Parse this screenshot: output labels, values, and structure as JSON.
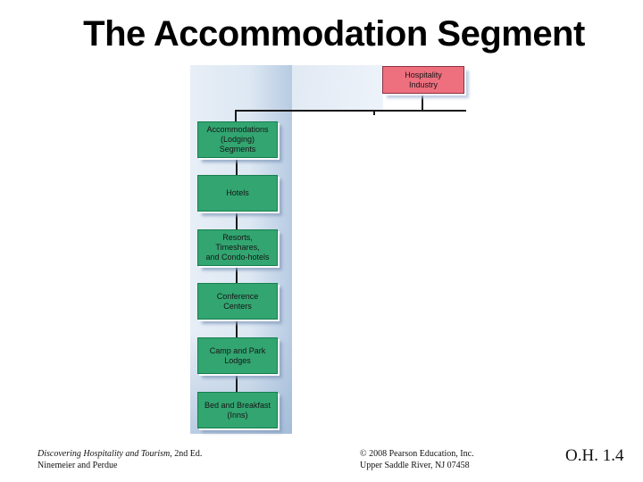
{
  "slide": {
    "title": "The Accommodation Segment",
    "background": "#ffffff"
  },
  "diagram": {
    "type": "org-chart",
    "line_color": "#1a1a1a",
    "child_fill": "#32a571",
    "child_border": "#187f4e",
    "panel_light": "#eef3fa",
    "panel_dark": "#b7cbe2",
    "root": {
      "label": "Hospitality\nIndustry",
      "fill": "#ee6f7e",
      "border": "#8a3340"
    },
    "branch": {
      "label": "Accommodations\n(Lodging)\nSegments"
    },
    "children": [
      {
        "label": "Hotels"
      },
      {
        "label": "Resorts,\nTimeshares,\nand Condo-hotels"
      },
      {
        "label": "Conference\nCenters"
      },
      {
        "label": "Camp and Park\nLodges"
      },
      {
        "label": "Bed and Breakfast\n(Inns)"
      }
    ]
  },
  "footer": {
    "book_title": "Discovering Hospitality and Tourism",
    "edition": ", 2nd Ed.",
    "authors": "Ninemeier and Perdue",
    "copyright_line1": "© 2008 Pearson Education, Inc.",
    "copyright_line2": "Upper Saddle River, NJ 07458",
    "slide_ref": "O.H. 1.4"
  }
}
